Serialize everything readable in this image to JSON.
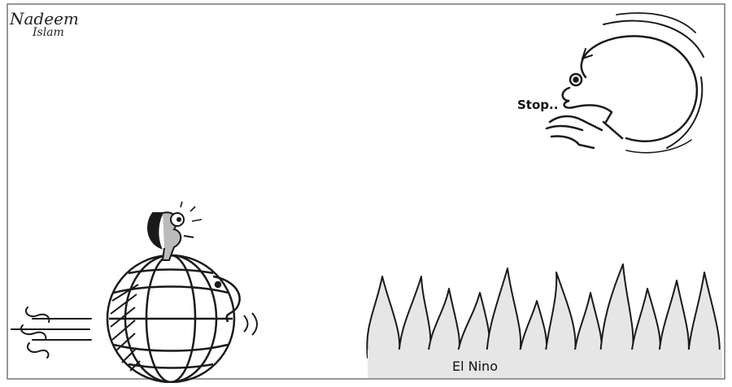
{
  "cartoon": {
    "signature_line1": "Nadeem",
    "signature_line2": "Islam",
    "speech": "Stop..",
    "fire_label": "El Nino",
    "border_color": "#777777",
    "ink_color": "#1a1a1a",
    "flame_fill": "#e6e6e6"
  },
  "icons": [
    "squirrel-icon",
    "globe-icon",
    "spinning-head-icon",
    "flames-icon",
    "wind-lines-icon"
  ]
}
